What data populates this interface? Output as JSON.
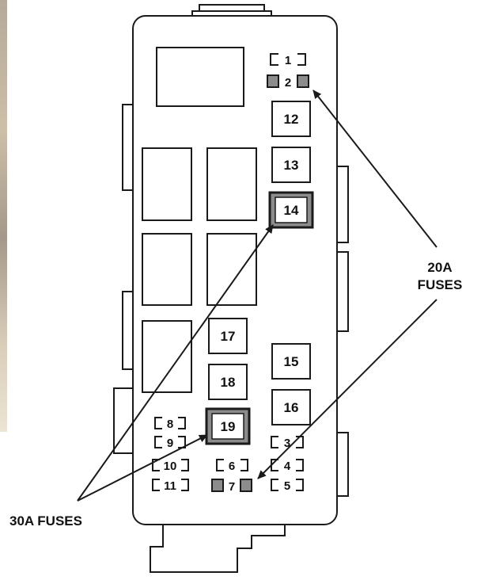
{
  "fuses_large": {
    "f12": "12",
    "f13": "13",
    "f14": "14",
    "f15": "15",
    "f16": "16",
    "f17": "17",
    "f18": "18",
    "f19": "19"
  },
  "fuses_mini": {
    "m1": "1",
    "m2": "2",
    "m3": "3",
    "m4": "4",
    "m5": "5",
    "m6": "6",
    "m7": "7",
    "m8": "8",
    "m9": "9",
    "m10": "10",
    "m11": "11"
  },
  "callouts": {
    "amp20_line1": "20A",
    "amp20_line2": "FUSES",
    "amp30": "30A FUSES"
  },
  "colors": {
    "line": "#1a1a1a",
    "highlight_fill": "#8c8c8c",
    "background": "#ffffff"
  }
}
